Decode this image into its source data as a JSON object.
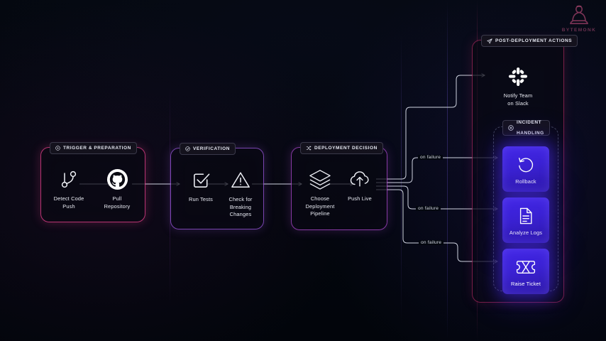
{
  "brand": {
    "name": "BYTEMONK",
    "mark_icon": "monk-logo-icon",
    "color": "#6b3250"
  },
  "canvas": {
    "background": "#03070f",
    "wire_color": "#cfd3e0",
    "glow_card_color": "#4226e8"
  },
  "panels": [
    {
      "id": "trigger",
      "title": "TRIGGER & PREPARATION",
      "title_icon": "play-circle-icon",
      "accent": "#d63c82",
      "nodes": [
        {
          "id": "detect-code-push",
          "label": "Detect Code\nPush",
          "label_line1": "Detect Code",
          "label_line2": "Push",
          "icon": "git-branch-icon"
        },
        {
          "id": "pull-repository",
          "label": "Pull\nRepository",
          "label_line1": "Pull",
          "label_line2": "Repository",
          "icon": "github-icon"
        }
      ]
    },
    {
      "id": "verification",
      "title": "VERIFICATION",
      "title_icon": "check-circle-icon",
      "accent": "#9655d7",
      "nodes": [
        {
          "id": "run-tests",
          "label": "Run Tests",
          "label_line1": "Run Tests",
          "label_line2": "",
          "icon": "checkbox-check-icon"
        },
        {
          "id": "check-breaking-changes",
          "label": "Check for Breaking Changes",
          "label_line1": "Check for",
          "label_line2": "Breaking",
          "label_line3": "Changes",
          "icon": "warning-triangle-icon"
        }
      ]
    },
    {
      "id": "deployment-decision",
      "title": "DEPLOYMENT DECISION",
      "title_icon": "shuffle-icon",
      "accent": "#a846c8",
      "nodes": [
        {
          "id": "choose-deployment-pipeline",
          "label": "Choose Deployment Pipeline",
          "label_line1": "Choose",
          "label_line2": "Deployment",
          "label_line3": "Pipeline",
          "icon": "layers-icon"
        },
        {
          "id": "push-live",
          "label": "Push Live",
          "label_line1": "Push Live",
          "label_line2": "",
          "icon": "cloud-upload-icon"
        }
      ]
    },
    {
      "id": "post-deployment",
      "title": "POST-DEPLOYMENT ACTIONS",
      "title_icon": "send-icon",
      "accent": "#aa285a",
      "nodes": [
        {
          "id": "notify-team-slack",
          "label": "Notify Team on Slack",
          "label_line1": "Notify Team",
          "label_line2": "on Slack",
          "icon": "slack-icon"
        }
      ]
    },
    {
      "id": "incident-handling",
      "title_line1": "INCIDENT",
      "title_line2": "HANDLING",
      "title_icon": "alert-circle-icon",
      "accent": "#8f97b5",
      "cards": [
        {
          "id": "rollback",
          "label": "Rollback",
          "icon": "rotate-ccw-icon"
        },
        {
          "id": "analyze-logs",
          "label": "Analyze Logs",
          "icon": "file-lines-icon"
        },
        {
          "id": "raise-ticket",
          "label": "Raise Ticket",
          "icon": "ticket-icon"
        }
      ]
    }
  ],
  "edge_labels": [
    {
      "id": "on-failure-rollback",
      "text": "on failure"
    },
    {
      "id": "on-failure-analyze-logs",
      "text": "on failure"
    },
    {
      "id": "on-failure-raise-ticket",
      "text": "on failure"
    }
  ]
}
